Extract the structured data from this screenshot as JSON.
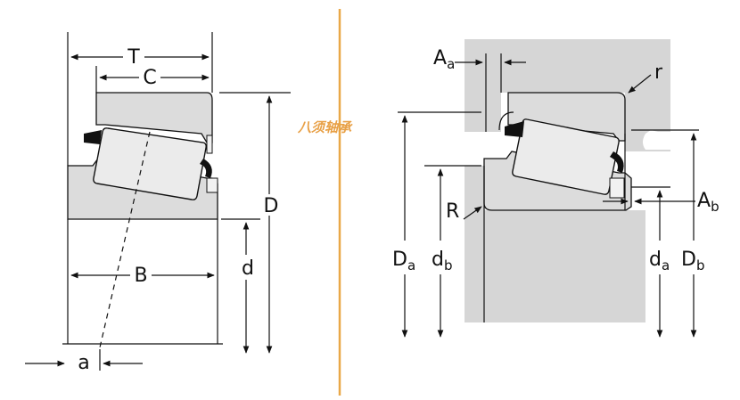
{
  "colors": {
    "divider": "#e9a848",
    "housing": "#d6d6d6",
    "part": "#dcdcdc",
    "outline": "#111111",
    "seal": "#111111",
    "watermark": "#e8a046"
  },
  "left_diagram": {
    "labels": {
      "T": "T",
      "C": "C",
      "D": "D",
      "d": "d",
      "B": "B",
      "a": "a"
    }
  },
  "watermark": "八须轴承",
  "right_diagram": {
    "labels": {
      "Aa_main": "A",
      "Aa_sub": "a",
      "r": "r",
      "R": "R",
      "Ab_main": "A",
      "Ab_sub": "b",
      "Da_main": "D",
      "Da_sub": "a",
      "db_main": "d",
      "db_sub": "b",
      "da_main": "d",
      "da_sub": "a",
      "Db_main": "D",
      "Db_sub": "b"
    }
  }
}
